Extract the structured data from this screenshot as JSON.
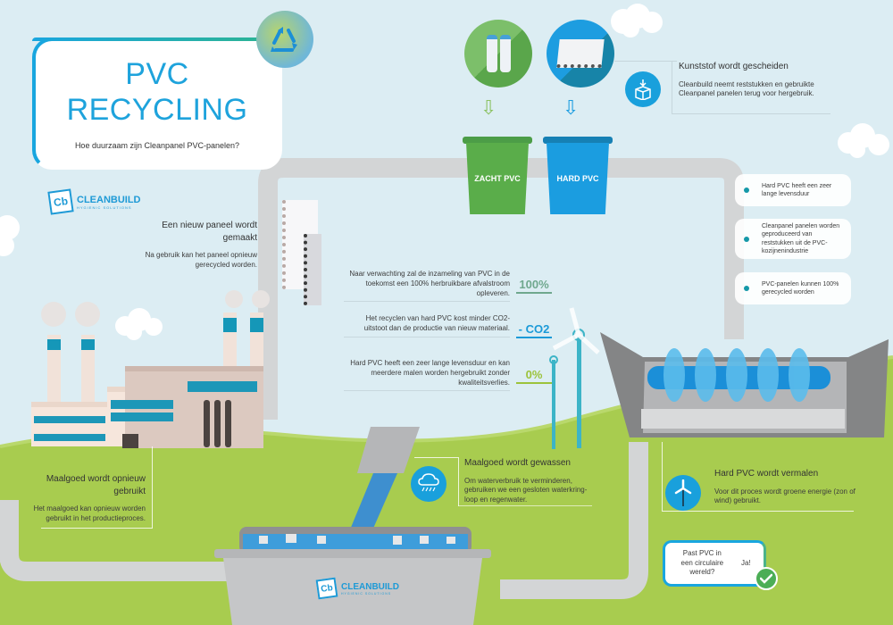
{
  "title": {
    "line1": "PVC",
    "line2": "RECYCLING",
    "subtitle": "Hoe duurzaam zijn Cleanpanel PVC-panelen?"
  },
  "brand": {
    "name": "CLEANBUILD",
    "tagline": "HYGIENIC SOLUTIONS",
    "monogram": "Cb",
    "accent": "#19a6df",
    "green": "#a8cc4f"
  },
  "steps": {
    "new_panel": {
      "heading": "Een nieuw paneel wordt gemaakt",
      "body": "Na gebruik kan het paneel opnieuw gerecycled worden."
    },
    "separated": {
      "heading": "Kunststof wordt gescheiden",
      "body": "Cleanbuild neemt reststukken en gebruikte Cleanpanel panelen terug voor hergebruik.",
      "icon": "box-down-icon"
    },
    "ground": {
      "heading": "Hard PVC wordt vermalen",
      "body": "Voor dit proces wordt groene energie (zon of wind) gebruikt.",
      "icon": "wind-turbine-icon"
    },
    "washed": {
      "heading": "Maalgoed wordt gewassen",
      "body": "Om waterverbruik te verminderen, gebruiken we een gesloten waterkring-loop en regenwater.",
      "icon": "rain-cloud-icon"
    },
    "reused": {
      "heading": "Maalgoed wordt opnieuw gebruikt",
      "body": "Het maalgoed kan opnieuw worden gebruikt in het productieproces."
    }
  },
  "bins": {
    "soft": {
      "label": "ZACHT PVC",
      "color": "#5aad4a"
    },
    "hard": {
      "label": "HARD PVC",
      "color": "#1b9de0"
    }
  },
  "facts": [
    {
      "text": "Hard PVC heeft een zeer lange levensduur"
    },
    {
      "text": "Cleanpanel panelen worden geproduceerd van reststukken uit de PVC-kozijnenindustrie"
    },
    {
      "text": "PVC-panelen kunnen 100% gerecycled worden"
    }
  ],
  "stats": [
    {
      "text": "Naar verwachting zal de inzameling van PVC in de toekomst een 100% herbruikbare afvalstroom opleveren.",
      "value": "100%",
      "color": "#6fa88e"
    },
    {
      "text": "Het recyclen van hard PVC kost minder CO2-uitstoot dan de productie van nieuw materiaal.",
      "value": "- CO2",
      "color": "#1b9ad8"
    },
    {
      "text": "Hard PVC heeft een zeer lange levensduur en kan meerdere malen worden hergebruikt zonder kwaliteitsverlies.",
      "value": "0%",
      "color": "#9cc33b"
    }
  ],
  "callout": {
    "question": "Past PVC in een circulaire wereld?",
    "answer": "Ja!"
  }
}
